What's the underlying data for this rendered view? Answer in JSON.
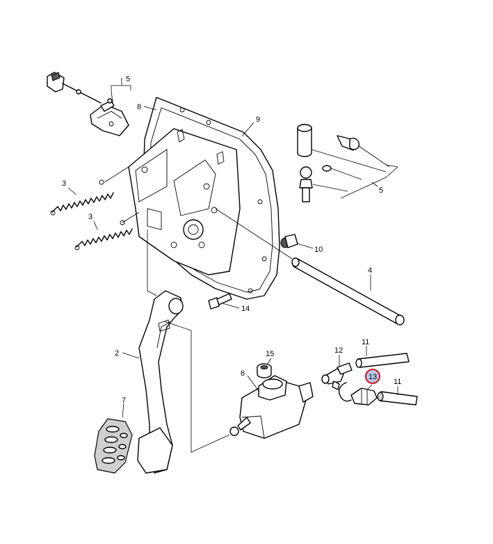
{
  "callouts": {
    "c2": "2",
    "c3a": "3",
    "c3b": "3",
    "c4": "4",
    "c5a": "5",
    "c5b": "5",
    "c6": "6",
    "c7": "7",
    "c8": "8",
    "c9": "9",
    "c10": "10",
    "c11a": "11",
    "c11b": "11",
    "c12": "12",
    "c13": "13",
    "c14": "14",
    "c15": "15"
  },
  "highlight": {
    "callout": "13",
    "ring_color": "#d0202a",
    "fill_color": "#b9c7e6"
  }
}
